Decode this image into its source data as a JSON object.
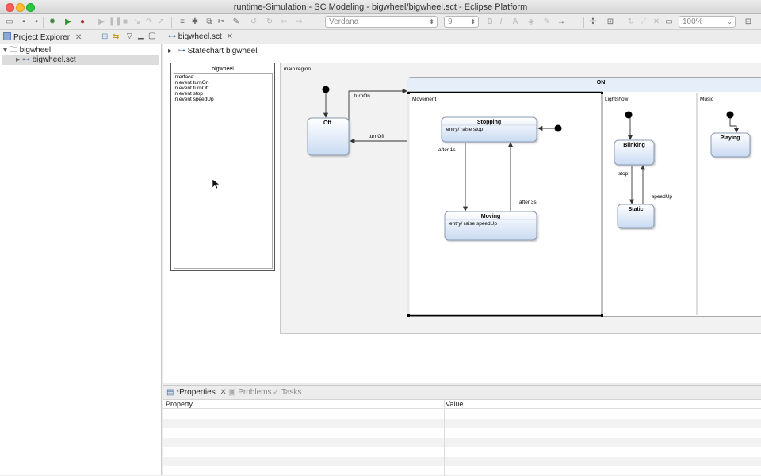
{
  "window": {
    "title": "runtime-Simulation - SC Modeling - bigwheel/bigwheel.sct - Eclipse Platform"
  },
  "toolbar": {
    "font_family": "Verdana",
    "font_size": "9",
    "zoom": "100%"
  },
  "project_explorer": {
    "title": "Project Explorer",
    "tree": [
      {
        "label": "bigwheel",
        "level": 0,
        "expanded": true
      },
      {
        "label": "bigwheel.sct",
        "level": 1,
        "selected": true
      }
    ]
  },
  "editor": {
    "tab": "bigwheel.sct",
    "breadcrumb": "Statechart bigwheel",
    "definition": {
      "title": "bigwheel",
      "lines": [
        "interface:",
        "in event turnOn",
        "in event turnOff",
        "in event stop",
        "in event speedUp"
      ]
    },
    "diagram": {
      "main_region": "main region",
      "composite_state": "ON",
      "regions": [
        "Movement",
        "Lightshow",
        "Music"
      ],
      "states": [
        {
          "name": "Off",
          "action": ""
        },
        {
          "name": "Stopping",
          "action": "entry/ raise stop"
        },
        {
          "name": "Moving",
          "action": "entry/ raise speedUp"
        },
        {
          "name": "Blinking",
          "action": ""
        },
        {
          "name": "Static",
          "action": ""
        },
        {
          "name": "Playing",
          "action": ""
        }
      ],
      "transitions": [
        "turnOn",
        "turnOff",
        "after 1s",
        "after 3s",
        "stop",
        "speedUp"
      ]
    }
  },
  "bottom_panel": {
    "tabs": [
      "*Properties",
      "Problems",
      "Tasks"
    ],
    "columns": [
      "Property",
      "Value"
    ]
  }
}
